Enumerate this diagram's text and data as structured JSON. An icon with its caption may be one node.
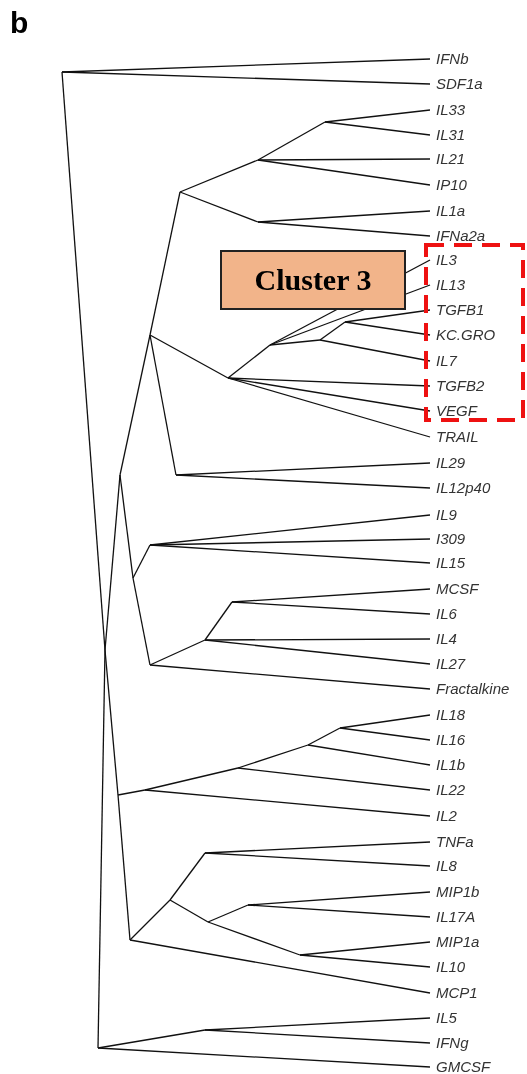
{
  "diagram": {
    "nodes": [
      {
        "text": [
          "Cluster 3"
        ]
      }
    ],
    "labels": [
      "b",
      "IFNb",
      "SDF1a",
      "IL33",
      "IL31",
      "IL21",
      "IP10",
      "IL1a",
      "IFNa2a",
      "IL3",
      "IL13",
      "TGFB1",
      "KC.GRO",
      "IL7",
      "TGFB2",
      "VEGF",
      "TRAIL",
      "IL29",
      "IL12p40",
      "IL9",
      "I309",
      "IL15",
      "MCSF",
      "IL6",
      "IL4",
      "IL27",
      "Fractalkine",
      "IL18",
      "IL16",
      "IL1b",
      "IL22",
      "IL2",
      "TNFa",
      "IL8",
      "MIP1b",
      "IL17A",
      "MIP1a",
      "IL10",
      "MCP1",
      "IL5",
      "IFNg",
      "GMCSF"
    ]
  }
}
